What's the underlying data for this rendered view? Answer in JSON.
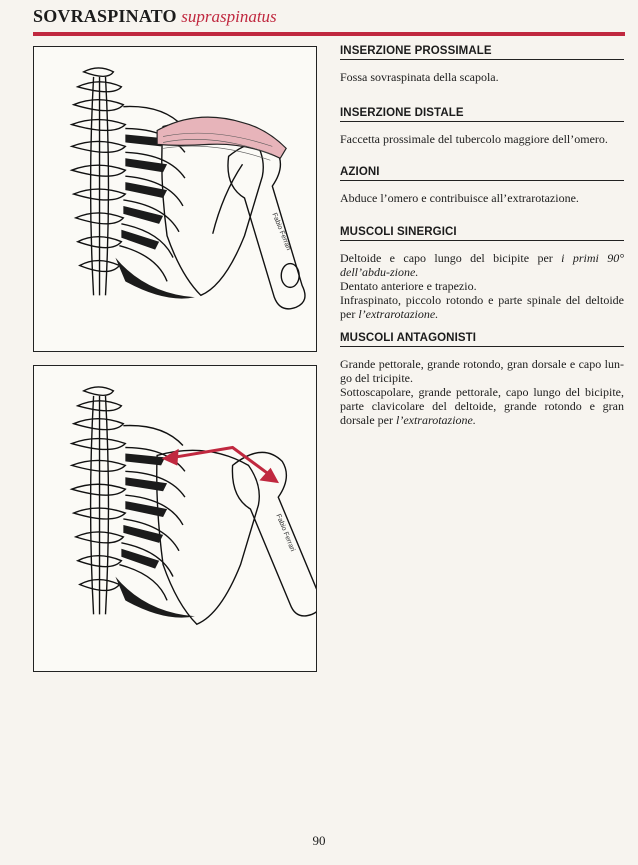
{
  "header": {
    "title": "SOVRASPINATO",
    "latin_name": "supraspinatus"
  },
  "sections": {
    "insertion_proximal": {
      "heading": "INSERZIONE PROSSIMALE",
      "text": "Fossa sovraspinata della scapola."
    },
    "insertion_distal": {
      "heading": "INSERZIONE DISTALE",
      "text": "Faccetta prossimale del tubercolo maggiore dell’omero."
    },
    "actions": {
      "heading": "AZIONI",
      "text": "Abduce l’omero e contribuisce all’extrarotazione."
    },
    "synergists": {
      "heading": "MUSCOLI SINERGICI",
      "line1_prefix": "Deltoide e capo lungo del bicipite per ",
      "line1_italic": "i primi 90° dell’abdu-zione.",
      "line2": "Dentato anteriore e trapezio.",
      "line3_prefix": "Infraspinato, piccolo rotondo e parte spinale del deltoide per ",
      "line3_italic": "l’extrarotazione."
    },
    "antagonists": {
      "heading": "MUSCOLI ANTAGONISTI",
      "line1": "Grande pettorale, grande rotondo, gran dorsale e capo lun-go del tricipite.",
      "line2_prefix": "Sottoscapolare, grande pettorale, capo lungo del bicipite, parte clavicolare del deltoide, grande rotondo e gran dorsale per ",
      "line2_italic": "l’extrarotazione."
    }
  },
  "figures": {
    "top_signature": "Fabio Ferrari",
    "bottom_signature": "Fabio Ferrari",
    "accent_color": "#c0283f"
  },
  "footer": {
    "page_number": "90"
  }
}
